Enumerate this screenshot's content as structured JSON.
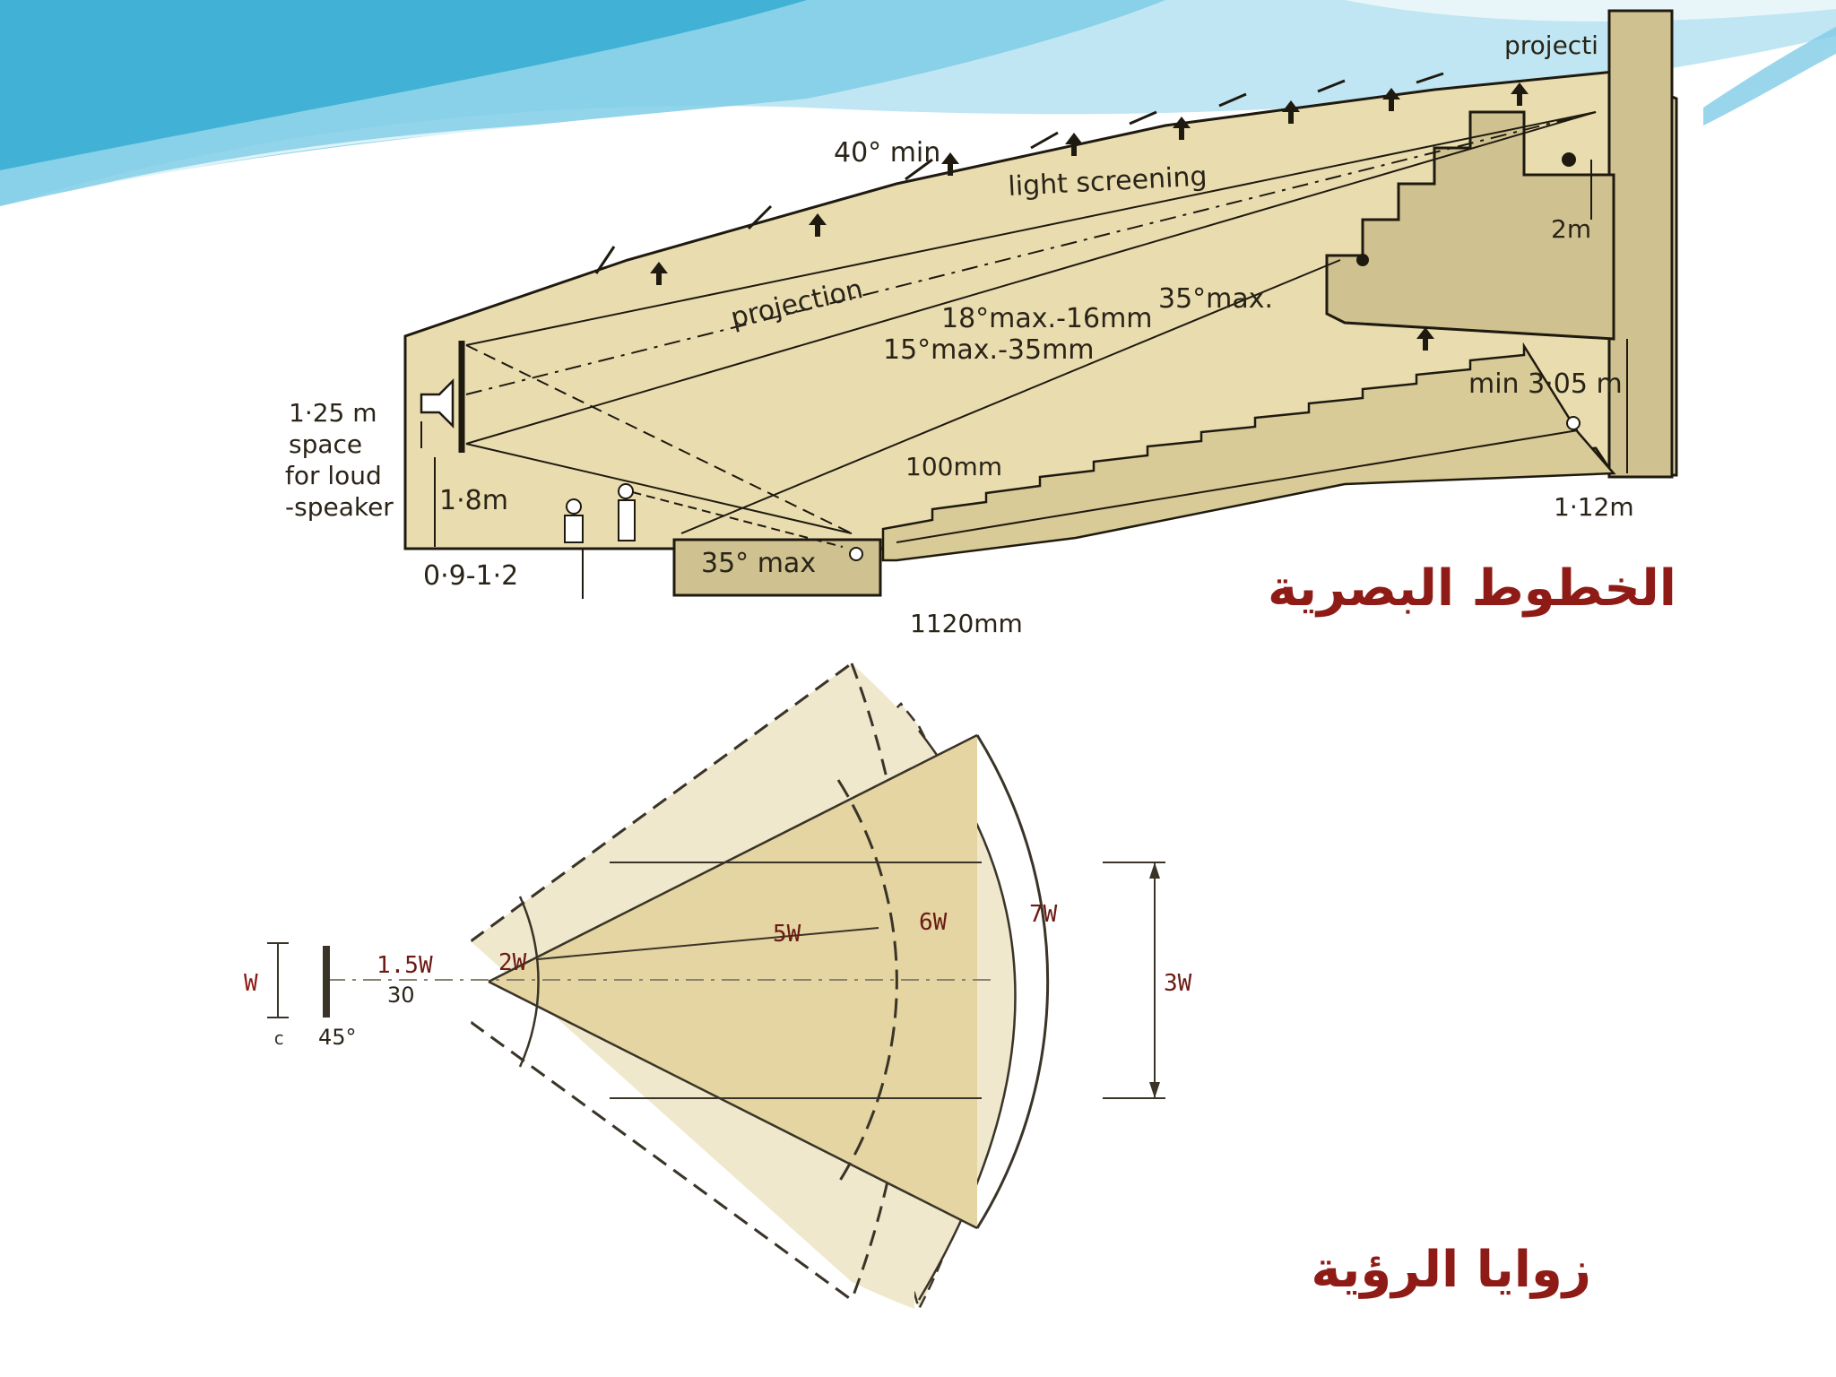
{
  "slide": {
    "title_section": "الخطوط البصرية",
    "view_angles_title": "زوايا الرؤية",
    "colors": {
      "wave_light": "#bfe6f2",
      "wave_mid": "#7fcce6",
      "wave_dark": "#2aa7cf",
      "diagram_fill": "#e9ddb0",
      "diagram_dark": "#cfc290",
      "arabic_title": "#8e1b16"
    }
  },
  "section_diagram": {
    "labels": {
      "projection_room": "projecti",
      "min_40": "40° min",
      "light_screening": "light screening",
      "two_m": "2m",
      "projection": "projection",
      "max18": "18°max.-16mm",
      "max15": "15°max.-35mm",
      "max35_upper": "35°max.",
      "min305": "min 3·05 m",
      "m125": "1·25 m",
      "space": "space",
      "for_loud": "for loud",
      "speaker": "-speaker",
      "m18": "1·8m",
      "mm100": "100mm",
      "m112": "1·12m",
      "range": "0·9-1·2",
      "max35_lower": "35° max",
      "mm1120": "1120mm"
    }
  },
  "viewing_diagram": {
    "labels": {
      "w": "W",
      "c": "c",
      "a45": "45°",
      "a30": "30",
      "w15": "1.5W",
      "w2": "2W",
      "w5": "5W",
      "w6": "6W",
      "w7": "7W",
      "w3": "3W"
    }
  }
}
